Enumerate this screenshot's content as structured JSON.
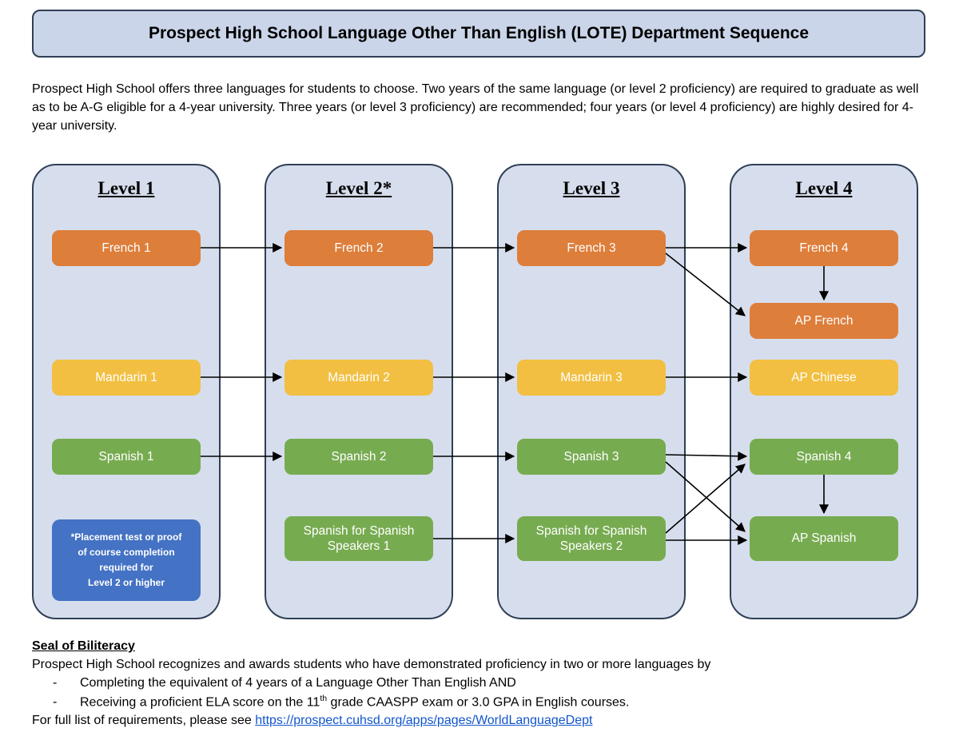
{
  "title": "Prospect High School Language Other Than English (LOTE) Department Sequence",
  "intro": "Prospect High School offers three languages for students to choose. Two years of the same language (or level 2 proficiency) are required to graduate as well as to be A-G eligible for a 4-year university. Three years (or level 3 proficiency) are recommended; four years (or level 4 proficiency) are highly desired for 4-year university.",
  "colors": {
    "orange": "#DD7E3B",
    "yellow": "#F2BF42",
    "green": "#77AB50",
    "note_blue": "#4472C4",
    "panel": "#D6DEED",
    "panel_border": "#2F3F55",
    "banner": "#CBD5E9",
    "link": "#1155CC",
    "arrow": "#000000"
  },
  "columns": [
    {
      "header": "Level 1",
      "courses": [
        {
          "label": "French 1",
          "color": "orange"
        },
        {
          "label": "Mandarin 1",
          "color": "yellow"
        },
        {
          "label": "Spanish 1",
          "color": "green"
        }
      ]
    },
    {
      "header": "Level 2*",
      "courses": [
        {
          "label": "French 2",
          "color": "orange"
        },
        {
          "label": "Mandarin 2",
          "color": "yellow"
        },
        {
          "label": "Spanish 2",
          "color": "green"
        },
        {
          "label": "Spanish for Spanish Speakers 1",
          "color": "green"
        }
      ]
    },
    {
      "header": "Level 3",
      "courses": [
        {
          "label": "French 3",
          "color": "orange"
        },
        {
          "label": "Mandarin 3",
          "color": "yellow"
        },
        {
          "label": "Spanish 3",
          "color": "green"
        },
        {
          "label": "Spanish for Spanish Speakers 2",
          "color": "green"
        }
      ]
    },
    {
      "header": "Level 4",
      "courses": [
        {
          "label": "French 4",
          "color": "orange"
        },
        {
          "label": "AP French",
          "color": "orange"
        },
        {
          "label": "AP Chinese",
          "color": "yellow"
        },
        {
          "label": "Spanish 4",
          "color": "green"
        },
        {
          "label": "AP Spanish",
          "color": "green"
        }
      ]
    }
  ],
  "note": "*Placement test or proof\nof course completion\nrequired for\nLevel 2 or higher",
  "footer": {
    "heading": "Seal of Biliteracy",
    "line1": "Prospect High School recognizes and awards students who have demonstrated proficiency in two or more languages by",
    "bullet_marker": "-",
    "bullet1": "Completing the equivalent of 4 years of a Language Other Than English AND",
    "bullet2_pre": "Receiving a proficient ELA score on the 11",
    "bullet2_sup": "th",
    "bullet2_post": " grade CAASPP exam or 3.0 GPA in English courses.",
    "line2_pre": "For full list of requirements, please see ",
    "link": "https://prospect.cuhsd.org/apps/pages/WorldLanguageDept"
  }
}
